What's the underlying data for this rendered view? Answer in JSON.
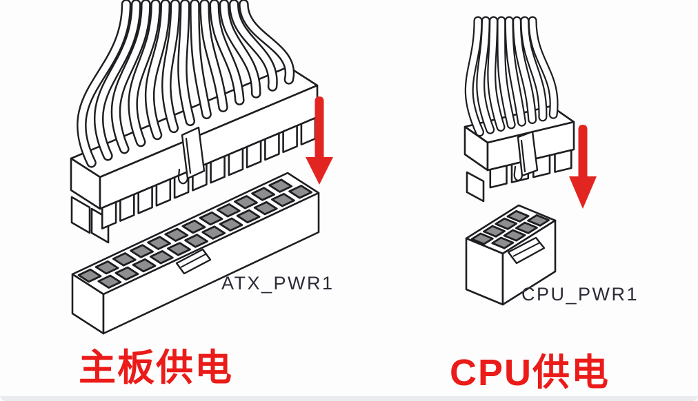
{
  "colors": {
    "background": "#fdfdfe",
    "line": "#1e1e22",
    "hole_fill": "#8e8e90",
    "accent_red": "#e32521",
    "caption_red": "#ea1b18",
    "label_text": "#2b2b36",
    "bottom_strip": "#e9ebee"
  },
  "panels": {
    "atx": {
      "socket_label": "ATX_PWR1",
      "caption": "主板供电",
      "pin_rows": 2,
      "pin_cols": 12
    },
    "cpu": {
      "socket_label": "CPU_PWR1",
      "caption": "CPU供电",
      "pin_rows": 2,
      "pin_cols": 4
    }
  },
  "icons": {
    "left_arrow": "down-arrow",
    "right_arrow": "down-arrow"
  }
}
